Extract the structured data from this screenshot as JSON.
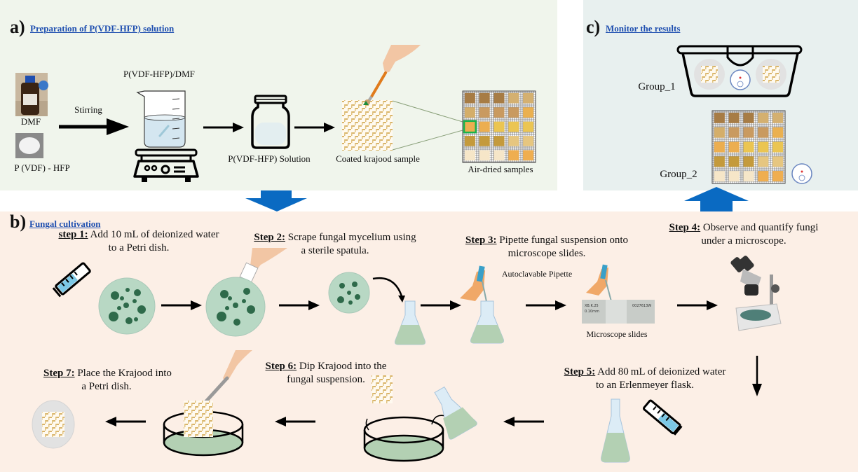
{
  "panel_a": {
    "letter": "a)",
    "title": "Preparation of P(VDF-HFP) solution",
    "labels": {
      "dmf": "DMF",
      "polymer": "P (VDF) - HFP",
      "stirring": "Stirring",
      "mixture": "P(VDF-HFP)/DMF",
      "solution": "P(VDF-HFP) Solution",
      "coated": "Coated krajood sample",
      "air_dried": "Air-dried samples"
    }
  },
  "panel_b": {
    "letter": "b)",
    "title": "Fungal cultivation",
    "steps": [
      {
        "num": "step 1:",
        "line1": " Add 10 mL of deionized water",
        "line2": "to a Petri dish."
      },
      {
        "num": "Step 2:",
        "line1": " Scrape fungal mycelium using",
        "line2": "a sterile spatula."
      },
      {
        "num": "Step 3:",
        "line1": " Pipette fungal suspension onto",
        "line2": "microscope slides."
      },
      {
        "num": "Step 4:",
        "line1": " Observe and quantify fungi",
        "line2": "under a microscope."
      },
      {
        "num": "Step 5:",
        "line1": " Add 80 mL of deionized water",
        "line2": "to an Erlenmeyer flask."
      },
      {
        "num": "Step 6:",
        "line1": " Dip Krajood into the",
        "line2": "fungal suspension."
      },
      {
        "num": "Step 7:",
        "line1": " Place the Krajood into",
        "line2": "a Petri dish."
      }
    ],
    "labels": {
      "pipette": "Autoclavable Pipette",
      "slides": "Microscope slides"
    }
  },
  "panel_c": {
    "letter": "c)",
    "title": "Monitor the results",
    "labels": {
      "group1": "Group_1",
      "group2": "Group_2"
    }
  },
  "colors": {
    "panel_a_bg": "#f0f5ec",
    "panel_b_bg": "#fcefe6",
    "panel_c_bg": "#e8f0ef",
    "title_link": "#1f4fb0",
    "flow_arrow": "#0a6ac2",
    "liquid": "#b3d0b3"
  },
  "sample_grid_colors": [
    [
      "#a77c45",
      "#a77c45",
      "#a77c45",
      "#d4b070",
      "#d4b070"
    ],
    [
      "#d4ae6a",
      "#c99a60",
      "#c99a60",
      "#c99a60",
      "#eab050"
    ],
    [
      "#ecae50",
      "#ecae50",
      "#ebc552",
      "#ebc552",
      "#ebc552"
    ],
    [
      "#c49a3c",
      "#c49a3c",
      "#c49a3c",
      "#e6c680",
      "#e6c680"
    ],
    [
      "#f6e6c8",
      "#f6e6c8",
      "#f6e6c8",
      "#efae50",
      "#efae50"
    ]
  ]
}
